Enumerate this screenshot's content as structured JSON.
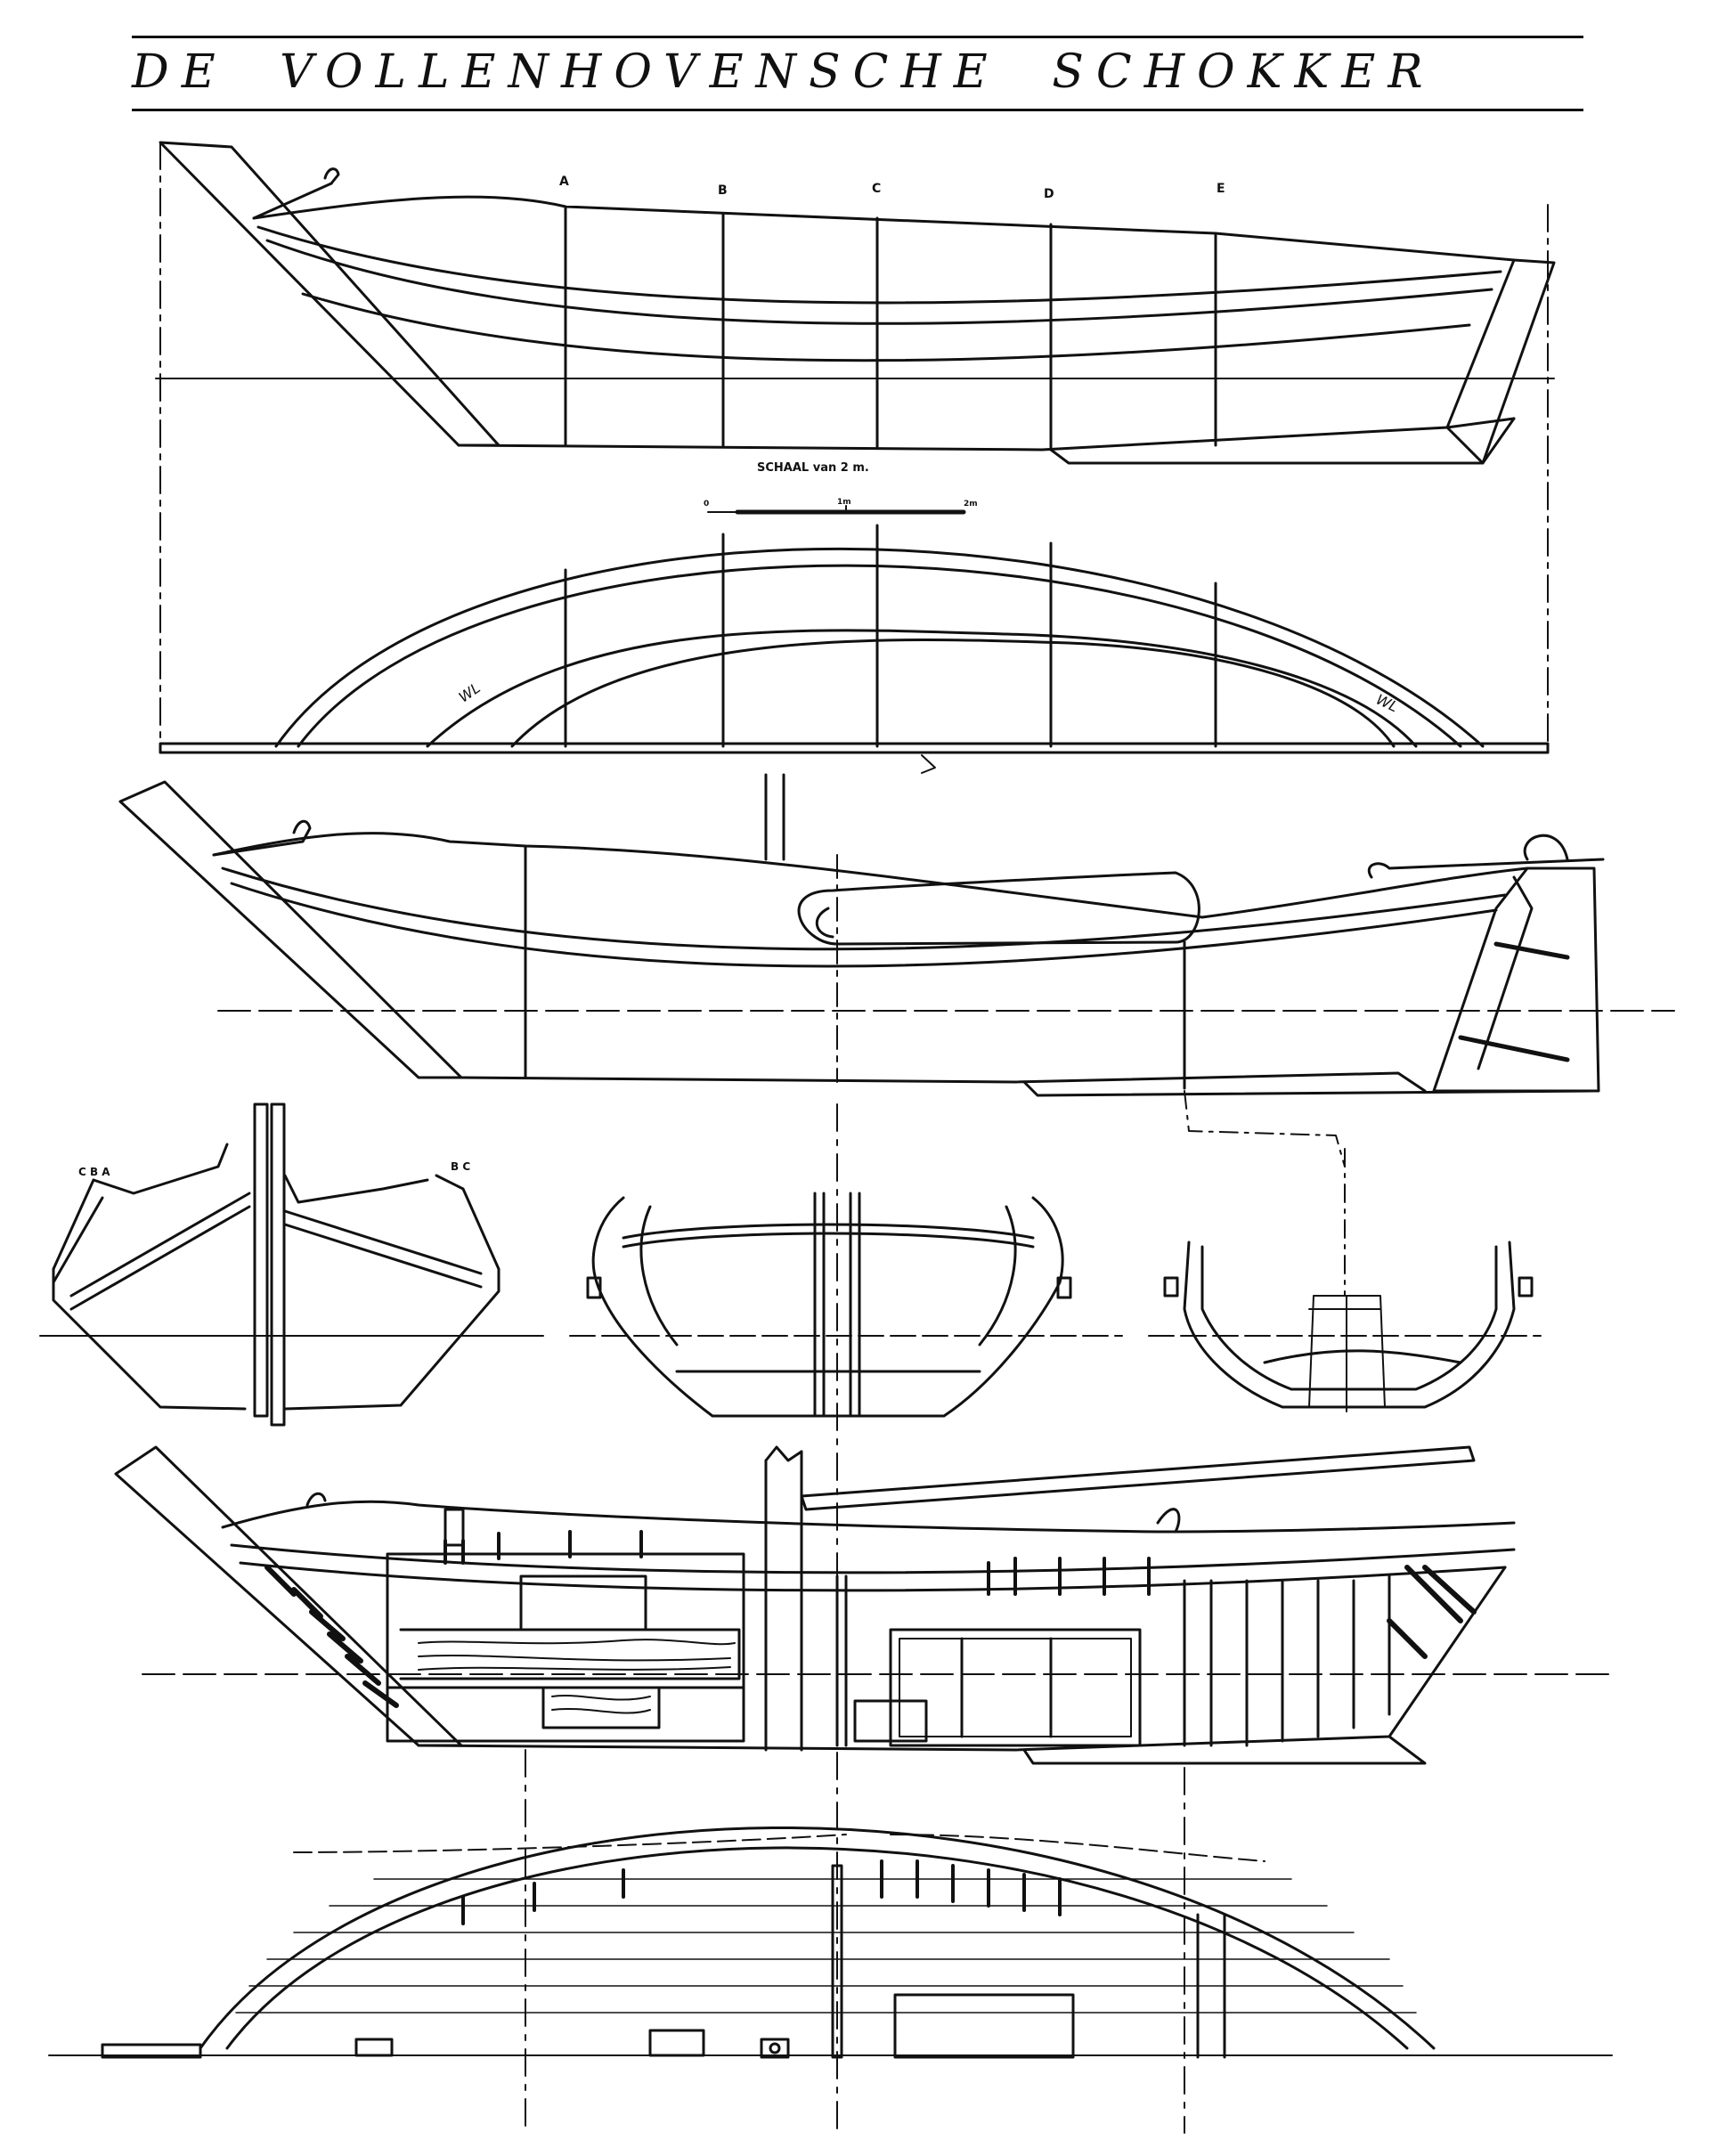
{
  "title": "DE VOLLENHOVENSCHE SCHOKKER",
  "section_labels": [
    "A",
    "B",
    "C",
    "D",
    "E"
  ],
  "scale": {
    "label": "SCHAAL van 2 m.",
    "marks": [
      "0",
      "1m",
      "2m"
    ]
  },
  "waterline_label": "WL",
  "bow_sections_labels": {
    "left": "C B A",
    "right": "B C"
  },
  "colors": {
    "ink": "#111111",
    "paper": "#ffffff"
  }
}
